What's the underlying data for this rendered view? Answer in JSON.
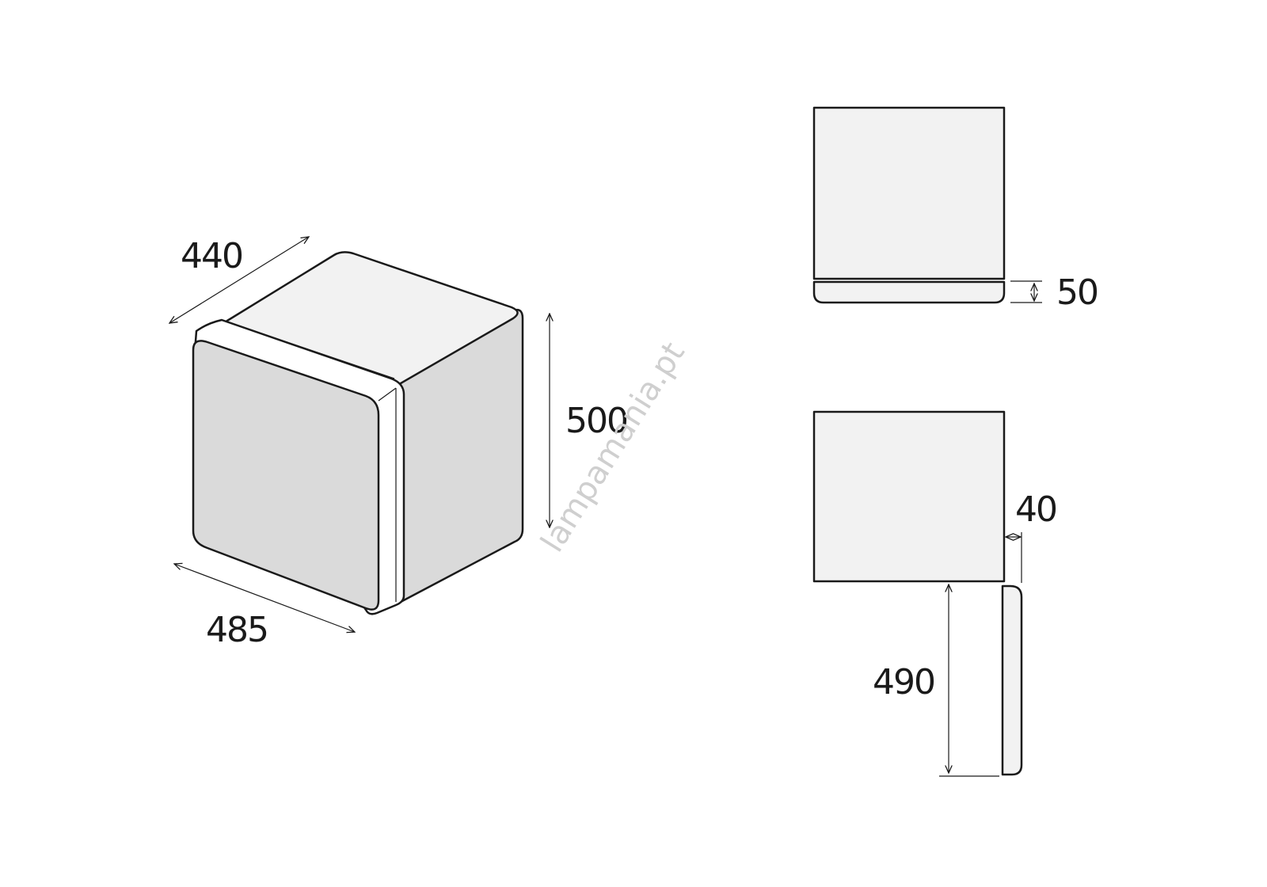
{
  "dimensions": {
    "depth": "440",
    "width": "485",
    "height": "500",
    "top_panel": "50",
    "side_panel": "40",
    "front_height": "490"
  },
  "watermark": "lampamania.pt",
  "colors": {
    "line": "#1a1a1a",
    "front_fill": "#dadada",
    "top_fill": "#f2f2f2",
    "band_fill": "#ffffff",
    "watermark": "#cfcfcf"
  }
}
